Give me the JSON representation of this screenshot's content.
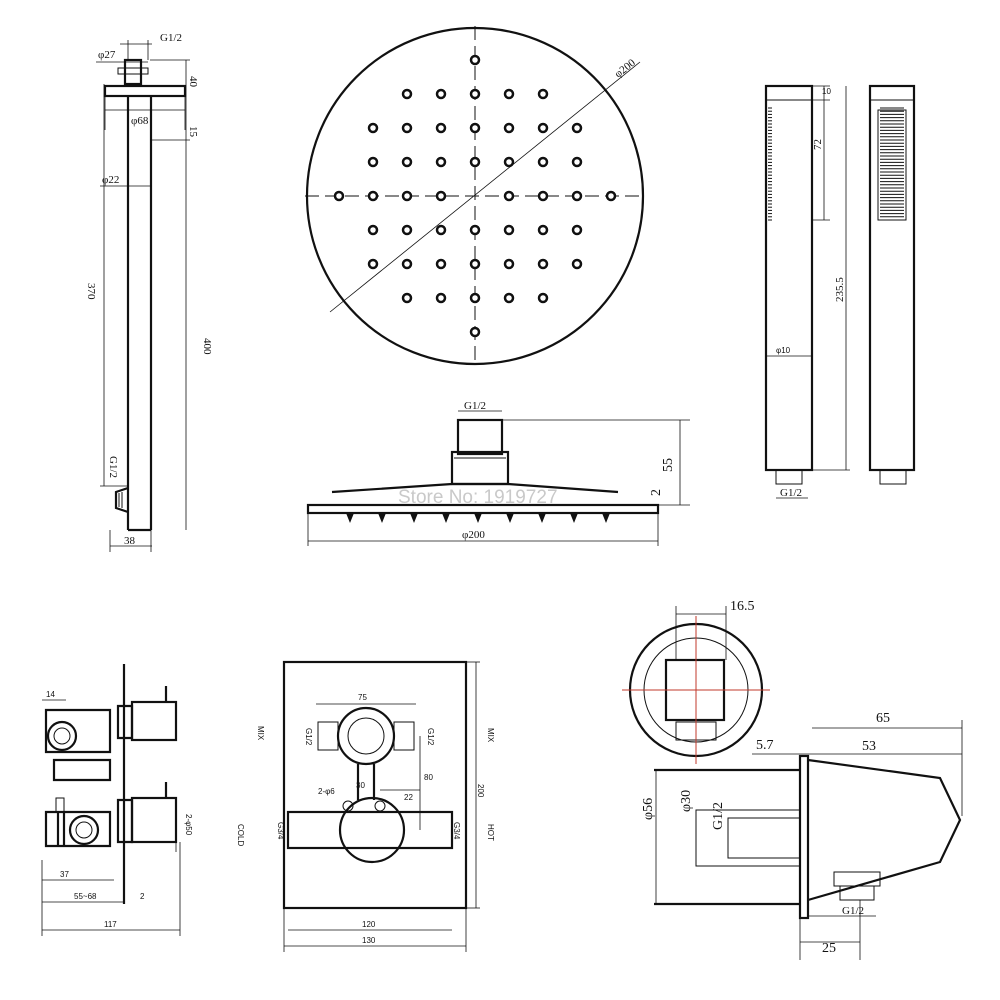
{
  "watermark": "Store No: 1919727",
  "ceiling_arm": {
    "thread_top": "G1/2",
    "flange_small": "φ27",
    "h40": "40",
    "flange": "φ68",
    "h15": "15",
    "tube": "φ22",
    "len370": "370",
    "len400": "400",
    "thread_bottom": "G1/2",
    "w38": "38"
  },
  "shower_head_top": {
    "diameter": "φ200"
  },
  "shower_head_side": {
    "thread": "G1/2",
    "h55": "55",
    "h2": "2",
    "diameter": "φ200"
  },
  "hand_shower": {
    "top10": "10",
    "len72": "72",
    "len235": "235.5",
    "dia10": "φ10",
    "thread": "G1/2"
  },
  "valve_side": {
    "d14": "14",
    "knob": "2-φ50",
    "d37": "37",
    "depth": "55~68",
    "d2": "2",
    "d117": "117"
  },
  "valve_front": {
    "w75": "75",
    "g12_left": "G1/2",
    "g12_right": "G1/2",
    "mix_left": "MIX",
    "mix_right": "MIX",
    "h30": "30",
    "screws": "2-φ6",
    "h80": "80",
    "h200": "200",
    "d22": "22",
    "cold": "COLD",
    "hot": "HOT",
    "g34_left": "G3/4",
    "g34_right": "G3/4",
    "w120": "120",
    "w130": "130"
  },
  "wall_outlet": {
    "d16_5": "16.5",
    "d65": "65",
    "d5_7": "5.7",
    "d53": "53",
    "d56": "φ56",
    "d30": "φ30",
    "g12_inner": "G1/2",
    "g12_outlet": "G1/2",
    "d25": "25"
  }
}
